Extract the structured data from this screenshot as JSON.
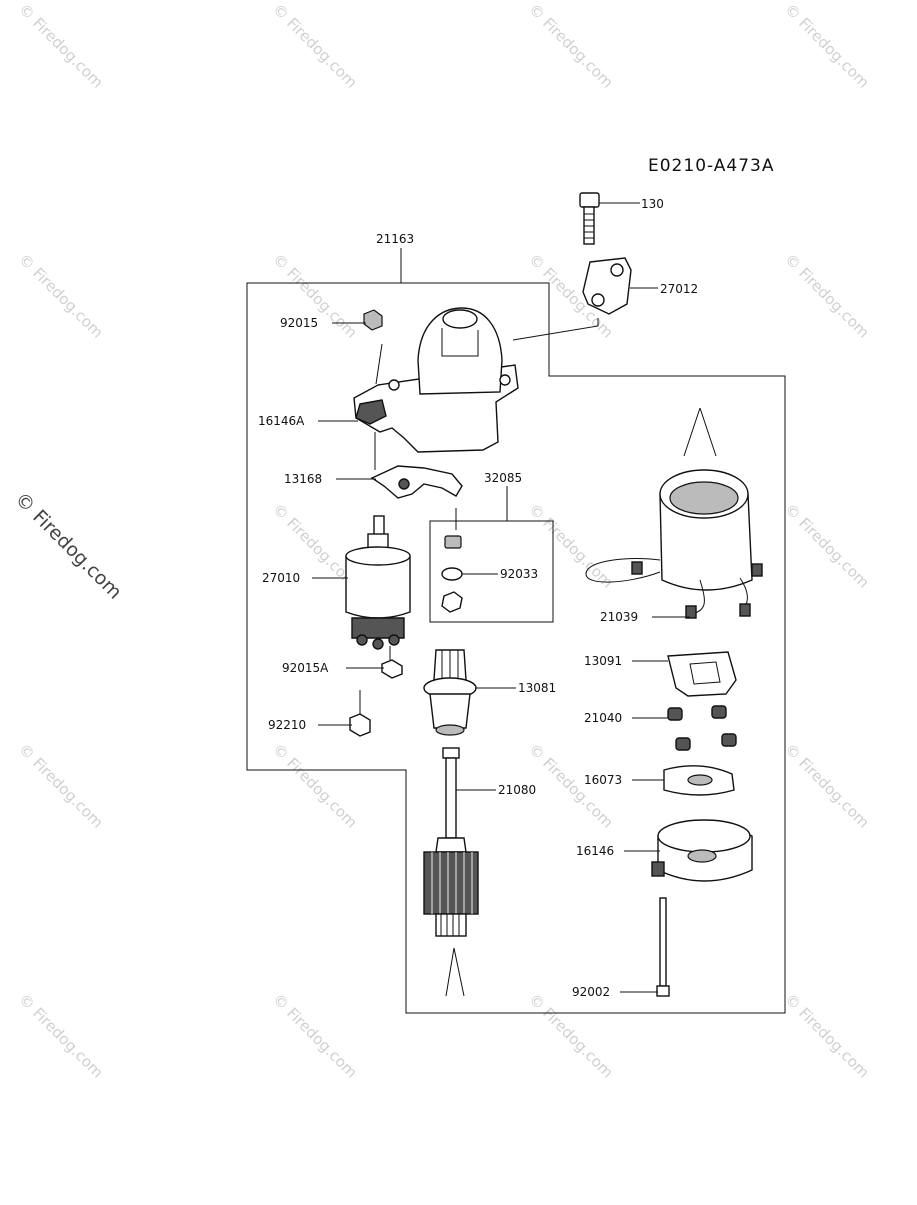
{
  "diagram": {
    "code": "E0210-A473A",
    "watermark": "© Firedog.com",
    "labels": {
      "p130": "130",
      "p27012": "27012",
      "p21163": "21163",
      "p92015": "92015",
      "p16146A": "16146A",
      "p13168": "13168",
      "p32085": "32085",
      "p27010": "27010",
      "p92033": "92033",
      "p21039": "21039",
      "p13091": "13091",
      "p92015A": "92015A",
      "p13081": "13081",
      "p21040": "21040",
      "p92210": "92210",
      "p16073": "16073",
      "p21080": "21080",
      "p16146": "16146",
      "p92002": "92002"
    }
  }
}
